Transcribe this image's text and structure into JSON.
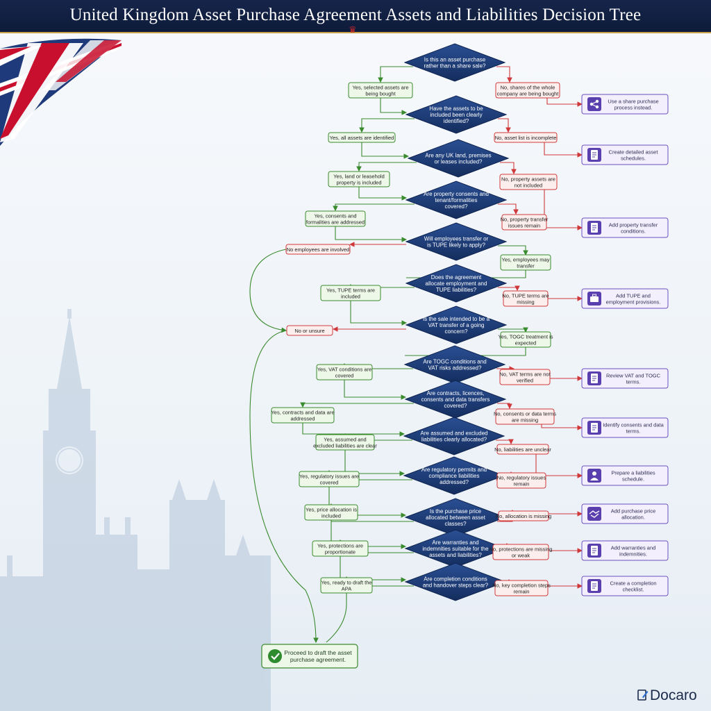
{
  "title": "United Kingdom Asset Purchase Agreement Assets and Liabilities Decision Tree",
  "brand": "Docaro",
  "colors": {
    "header": "#0e1b3a",
    "diamond": "#1d3a73",
    "yes": "#3a8a2e",
    "no": "#d0393b",
    "action": "#6a4fbf"
  },
  "questions": [
    {
      "lines": [
        "Is this an asset purchase",
        "rather than a share sale?"
      ],
      "yes": [
        "Yes, selected assets are",
        "being bought"
      ],
      "no": [
        "No, shares of the whole",
        "company are being bought"
      ]
    },
    {
      "lines": [
        "Have the assets to be",
        "included been clearly",
        "identified?"
      ],
      "yes": [
        "Yes, all assets are identified"
      ],
      "no": [
        "No, asset list is incomplete"
      ]
    },
    {
      "lines": [
        "Are any UK land, premises",
        "or leases included?"
      ],
      "yes": [
        "Yes, land or leasehold",
        "property is included"
      ],
      "no": [
        "No, property assets are",
        "not included"
      ]
    },
    {
      "lines": [
        "Are property consents and",
        "tenant/formalities",
        "covered?"
      ],
      "yes": [
        "Yes, consents and",
        "formalities are addressed"
      ],
      "no": [
        "No, property transfer",
        "issues remain"
      ]
    },
    {
      "lines": [
        "Will employees transfer or",
        "is TUPE likely to apply?"
      ],
      "yes": [
        "Yes, employees may",
        "transfer"
      ],
      "no": [
        "No employees are involved"
      ]
    },
    {
      "lines": [
        "Does the agreement",
        "allocate employment and",
        "TUPE liabilities?"
      ],
      "yes": [
        "Yes, TUPE terms are",
        "included"
      ],
      "no": [
        "No, TUPE terms are",
        "missing"
      ]
    },
    {
      "lines": [
        "Is the sale intended to be a",
        "VAT transfer of a going",
        "concern?"
      ],
      "yes": [
        "Yes, TOGC treatment is",
        "expected"
      ],
      "no": [
        "No or unsure"
      ]
    },
    {
      "lines": [
        "Are TOGC conditions and",
        "VAT risks addressed?"
      ],
      "yes": [
        "Yes, VAT conditions are",
        "covered"
      ],
      "no": [
        "No, VAT terms are not",
        "verified"
      ]
    },
    {
      "lines": [
        "Are contracts, licences,",
        "consents and data transfers",
        "covered?"
      ],
      "yes": [
        "Yes, contracts and data are",
        "addressed"
      ],
      "no": [
        "No, consents or data terms",
        "are missing"
      ]
    },
    {
      "lines": [
        "Are assumed and excluded",
        "liabilities clearly allocated?"
      ],
      "yes": [
        "Yes, assumed and",
        "excluded liabilities are clear"
      ],
      "no": [
        "No, liabilities are unclear"
      ]
    },
    {
      "lines": [
        "Are regulatory permits and",
        "compliance liabilities",
        "addressed?"
      ],
      "yes": [
        "Yes, regulatory issues are",
        "covered"
      ],
      "no": [
        "No, regulatory issues",
        "remain"
      ]
    },
    {
      "lines": [
        "Is the purchase price",
        "allocated between asset",
        "classes?"
      ],
      "yes": [
        "Yes, price allocation is",
        "included"
      ],
      "no": [
        "No, allocation is missing"
      ]
    },
    {
      "lines": [
        "Are warranties and",
        "indemnities suitable for the",
        "assets and liabilities?"
      ],
      "yes": [
        "Yes, protections are",
        "proportionate"
      ],
      "no": [
        "No, protections are missing",
        "or weak"
      ]
    },
    {
      "lines": [
        "Are completion conditions",
        "and handover steps clear?"
      ],
      "yes": [
        "Yes, ready to draft the",
        "APA"
      ],
      "no": [
        "No, key completion steps",
        "remain"
      ]
    }
  ],
  "actions": [
    {
      "lines": [
        "Use a share purchase",
        "process instead."
      ],
      "icon": "share-icon"
    },
    {
      "lines": [
        "Create detailed asset",
        "schedules."
      ],
      "icon": "clipboard-list-icon"
    },
    {
      "lines": [
        "Add property transfer",
        "conditions."
      ],
      "icon": "document-icon"
    },
    {
      "lines": [
        "Add TUPE and",
        "employment provisions."
      ],
      "icon": "briefcase-icon"
    },
    {
      "lines": [
        "Review VAT and TOGC",
        "terms."
      ],
      "icon": "vat-document-icon"
    },
    {
      "lines": [
        "Identify consents and data",
        "terms."
      ],
      "icon": "document-check-icon"
    },
    {
      "lines": [
        "Prepare a liabilities",
        "schedule."
      ],
      "icon": "person-tie-icon"
    },
    {
      "lines": [
        "Add purchase price",
        "allocation."
      ],
      "icon": "handshake-icon"
    },
    {
      "lines": [
        "Add warranties and",
        "indemnities."
      ],
      "icon": "document-lines-icon"
    },
    {
      "lines": [
        "Create a completion",
        "checklist."
      ],
      "icon": "checklist-icon"
    }
  ],
  "final": {
    "lines": [
      "Proceed to draft the asset",
      "purchase agreement."
    ],
    "icon": "check-circle-icon"
  }
}
